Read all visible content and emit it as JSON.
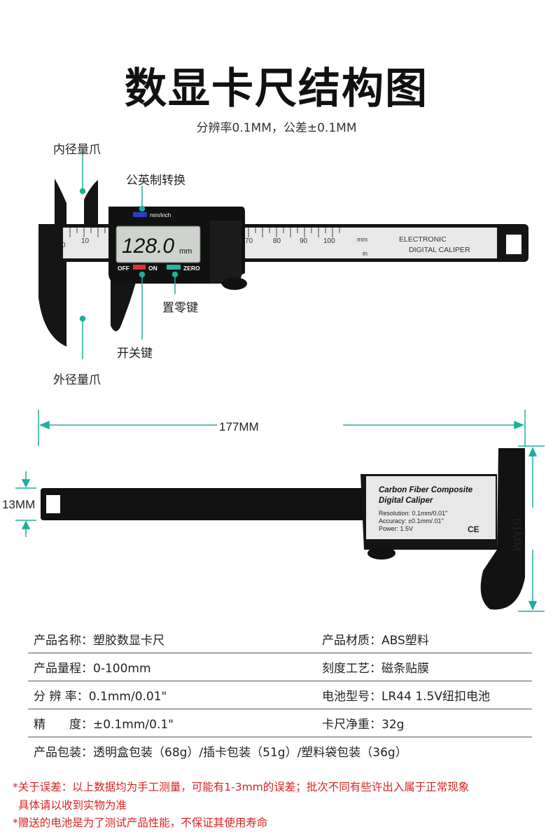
{
  "title": "数显卡尺结构图",
  "subtitle": "分辨率0.1MM，公差±0.1MM",
  "callouts": {
    "inner_jaw": "内径量爪",
    "unit_switch": "公英制转换",
    "zero_key": "置零键",
    "power_key": "开关键",
    "outer_jaw": "外径量爪"
  },
  "caliper_front": {
    "display_value": "128.0",
    "display_unit": "mm",
    "lcd_top_label": "mm/inch",
    "off_label": "OFF",
    "on_label": "ON",
    "zero_label": "ZERO",
    "scale_marks": [
      "0",
      "10",
      "70",
      "80",
      "90",
      "100"
    ],
    "unit_mm": "mm",
    "unit_in": "in",
    "brand_line1": "ELECTRONIC",
    "brand_line2": "DIGITAL CALIPER"
  },
  "dimensions": {
    "length": "177MM",
    "thickness": "13MM",
    "height": "61MM"
  },
  "caliper_back": {
    "label_line1": "Carbon Fiber Composite",
    "label_line2": "Digital Caliper",
    "resolution": "Resolution: 0.1mm/0.01\"",
    "accuracy": "Accuracy: ±0.1mm/.01\"",
    "power": "Power: 1.5V",
    "ce": "CE"
  },
  "specs": [
    {
      "left": "产品名称：塑胶数显卡尺",
      "right": "产品材质：ABS塑料"
    },
    {
      "left": "产品量程：0-100mm",
      "right": "刻度工艺：磁条贴膜"
    },
    {
      "left": "分 辨 率：0.1mm/0.01\"",
      "right": "电池型号：LR44 1.5V纽扣电池"
    },
    {
      "left": "精　　度：±0.1mm/0.1\"",
      "right": "卡尺净重：32g"
    },
    {
      "left": "产品包装：透明盒包装（68g）/插卡包装（51g）/塑料袋包装（36g）",
      "right": ""
    }
  ],
  "notes": {
    "line1": "*关于误差：以上数据均为手工测量，可能有1-3mm的误差；批次不同有些许出入属于正常现象",
    "line2": "具体请以收到实物为准",
    "line3": "*赠送的电池是为了测试产品性能，不保证其使用寿命"
  },
  "colors": {
    "accent_teal": "#1fae9c",
    "note_red": "#d8231f",
    "body_black": "#111111"
  }
}
